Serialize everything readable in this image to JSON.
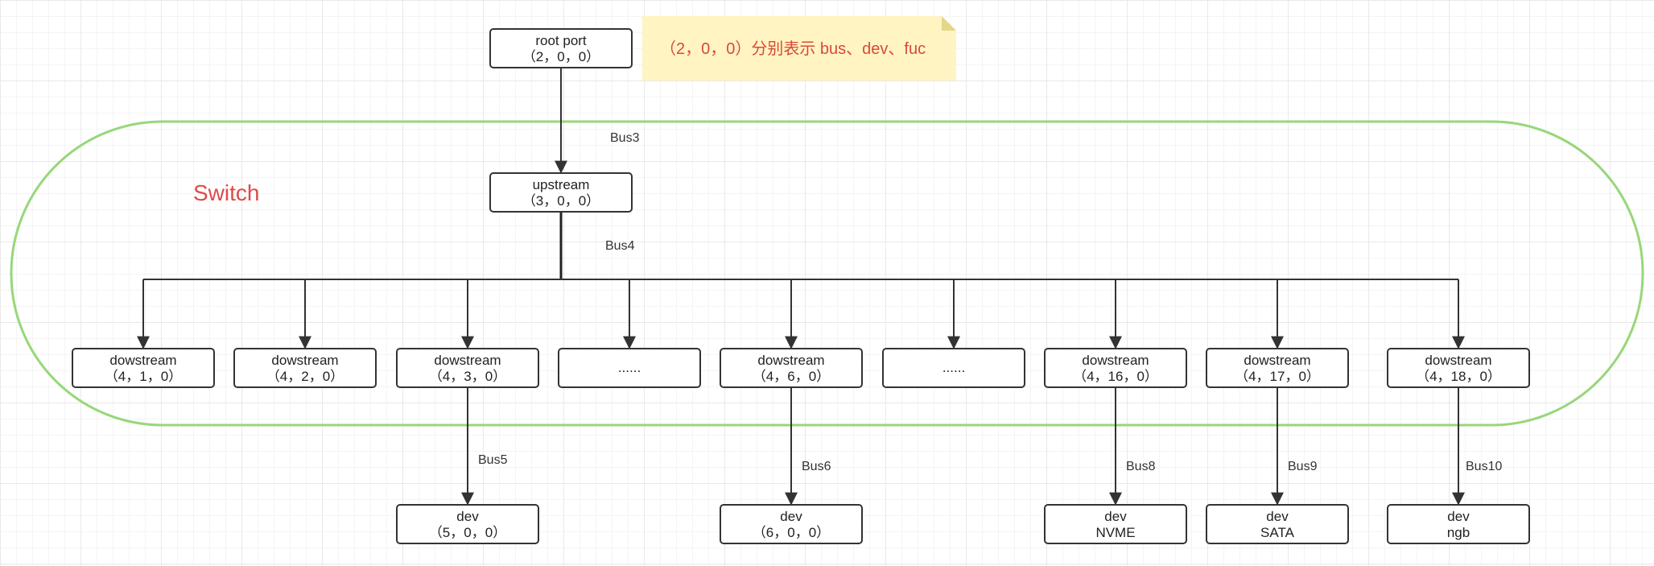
{
  "colors": {
    "switch_border": "#97d77a",
    "switch_label": "#e04a4a",
    "note_fill": "#fff4c2",
    "note_fold": "#e6d68a",
    "note_text": "#d84a3a",
    "node_border": "#333333",
    "edge": "#333333"
  },
  "note": {
    "text": "（2，0，0）分别表示 bus、dev、fuc"
  },
  "switch": {
    "label": "Switch"
  },
  "nodes": [
    {
      "id": "root",
      "line1": "root port",
      "line2": "（2，0，0）"
    },
    {
      "id": "up",
      "line1": "upstream",
      "line2": "（3，0，0）"
    },
    {
      "id": "d1",
      "line1": "dowstream",
      "line2": "（4，1，0）"
    },
    {
      "id": "d2",
      "line1": "dowstream",
      "line2": "（4，2，0）"
    },
    {
      "id": "d3",
      "line1": "dowstream",
      "line2": "（4，3，0）"
    },
    {
      "id": "e1",
      "line1": "......",
      "line2": ""
    },
    {
      "id": "d6",
      "line1": "dowstream",
      "line2": "（4，6，0）"
    },
    {
      "id": "e2",
      "line1": "......",
      "line2": ""
    },
    {
      "id": "d16",
      "line1": "dowstream",
      "line2": "（4，16，0）"
    },
    {
      "id": "d17",
      "line1": "dowstream",
      "line2": "（4，17，0）"
    },
    {
      "id": "d18",
      "line1": "dowstream",
      "line2": "（4，18，0）"
    },
    {
      "id": "dev5",
      "line1": "dev",
      "line2": "（5，0，0）"
    },
    {
      "id": "dev6",
      "line1": "dev",
      "line2": "（6，0，0）"
    },
    {
      "id": "devnvme",
      "line1": "dev",
      "line2": "NVME"
    },
    {
      "id": "devsata",
      "line1": "dev",
      "line2": "SATA"
    },
    {
      "id": "devngb",
      "line1": "dev",
      "line2": "ngb"
    }
  ],
  "buses": [
    {
      "id": "bus3",
      "label": "Bus3"
    },
    {
      "id": "bus4",
      "label": "Bus4"
    },
    {
      "id": "bus5",
      "label": "Bus5"
    },
    {
      "id": "bus6",
      "label": "Bus6"
    },
    {
      "id": "bus8",
      "label": "Bus8"
    },
    {
      "id": "bus9",
      "label": "Bus9"
    },
    {
      "id": "bus10",
      "label": "Bus10"
    }
  ]
}
